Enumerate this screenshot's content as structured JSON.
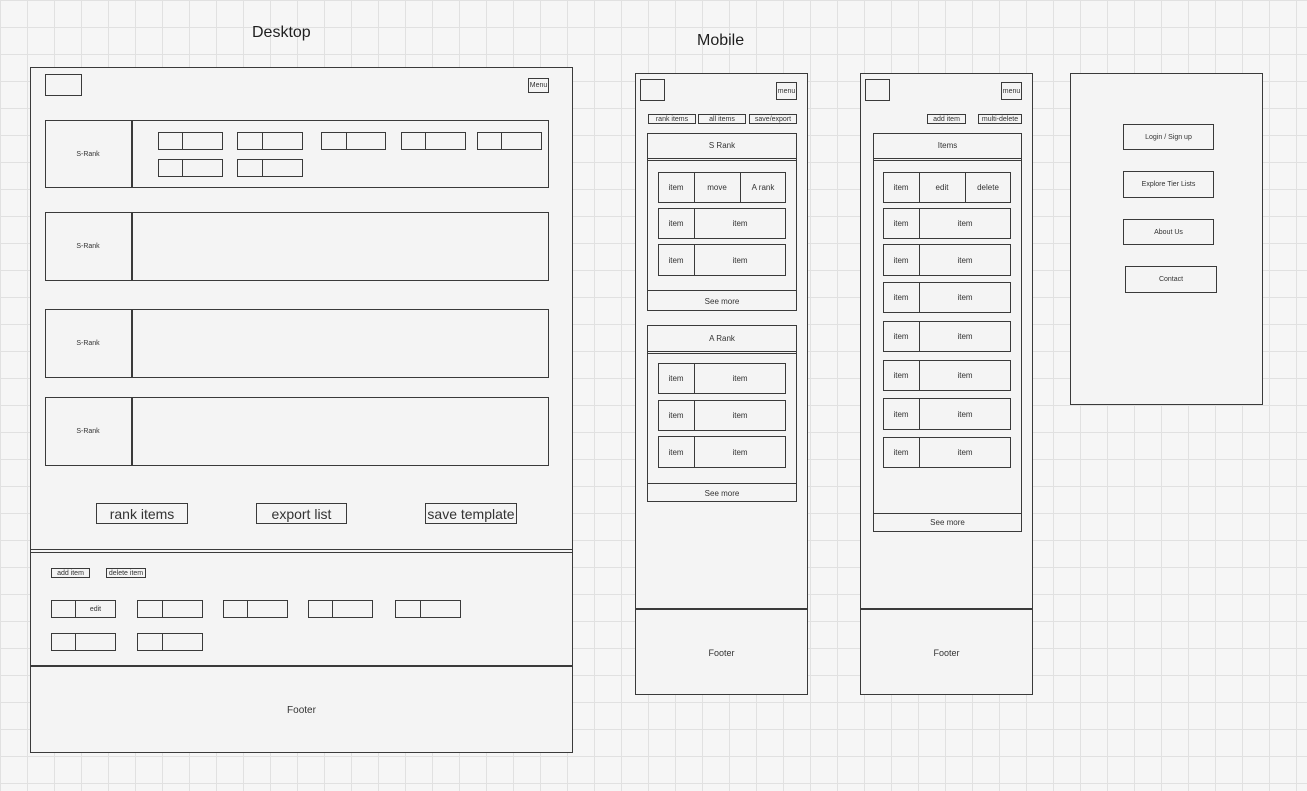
{
  "titles": {
    "desktop": "Desktop",
    "mobile": "Mobile"
  },
  "desktop": {
    "menu": "Menu",
    "rank_labels": [
      "S-Rank",
      "S-Rank",
      "S-Rank",
      "S-Rank"
    ],
    "actions": {
      "rank": "rank items",
      "export": "export list",
      "save": "save template"
    },
    "pool": {
      "add": "add item",
      "delete": "delete item",
      "edit": "edit"
    },
    "footer": "Footer"
  },
  "mobile1": {
    "menu": "menu",
    "tabs": {
      "rank": "rank items",
      "all": "all items",
      "save": "save/export"
    },
    "s_rank": {
      "header": "S Rank",
      "row1": {
        "item": "item",
        "move": "move",
        "target": "A rank"
      },
      "rows": [
        {
          "left": "item",
          "right": "item"
        },
        {
          "left": "item",
          "right": "item"
        }
      ],
      "see_more": "See more"
    },
    "a_rank": {
      "header": "A Rank",
      "rows": [
        {
          "left": "item",
          "right": "item"
        },
        {
          "left": "item",
          "right": "item"
        },
        {
          "left": "item",
          "right": "item"
        }
      ],
      "see_more": "See more"
    },
    "footer": "Footer"
  },
  "mobile2": {
    "menu": "menu",
    "actions": {
      "add": "add item",
      "multi": "multi-delete"
    },
    "items": {
      "header": "Items",
      "row1": {
        "item": "item",
        "edit": "edit",
        "delete": "delete"
      },
      "rows": [
        {
          "left": "item",
          "right": "item"
        },
        {
          "left": "item",
          "right": "item"
        },
        {
          "left": "item",
          "right": "item"
        },
        {
          "left": "item",
          "right": "item"
        },
        {
          "left": "item",
          "right": "item"
        },
        {
          "left": "item",
          "right": "item"
        },
        {
          "left": "item",
          "right": "item"
        }
      ],
      "see_more": "See more"
    },
    "footer": "Footer"
  },
  "menu_panel": {
    "items": [
      "Login / Sign up",
      "Explore Tier Lists",
      "About Us",
      "Contact"
    ]
  }
}
